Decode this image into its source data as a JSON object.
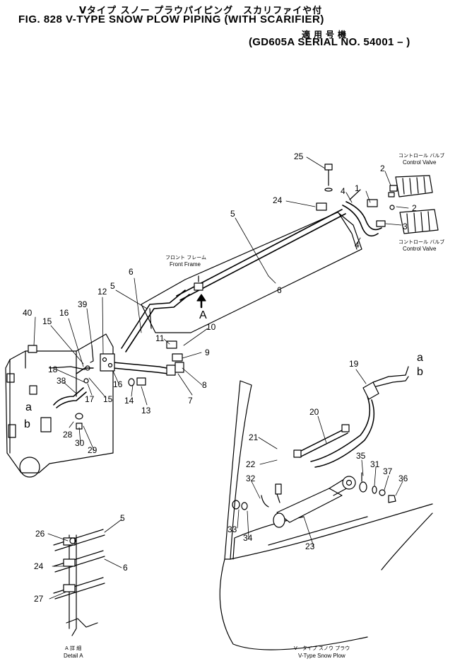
{
  "header": {
    "japanese_title": "Vタイプ スノー プラウパイピング　スカリファイや付",
    "title": "FIG. 828  V-TYPE SNOW PLOW PIPING (WITH SCARIFIER)",
    "applicable_jp": "適用号機",
    "serial": "(GD605A SERIAL NO. 54001 – )"
  },
  "callouts": {
    "n1": "1",
    "n2a": "2",
    "n2b": "2",
    "n3": "3",
    "n4a": "4",
    "n4b": "4",
    "n5a": "5",
    "n5b": "5",
    "n5c": "5",
    "n6a": "6",
    "n6b": "6",
    "n6c": "6",
    "n7": "7",
    "n8": "8",
    "n9": "9",
    "n10": "10",
    "n11": "11",
    "n12": "12",
    "n13": "13",
    "n14": "14",
    "n15a": "15",
    "n15b": "15",
    "n16a": "16",
    "n16b": "16",
    "n17": "17",
    "n18": "18",
    "n19": "19",
    "n20": "20",
    "n21": "21",
    "n22": "22",
    "n23": "23",
    "n24a": "24",
    "n24b": "24",
    "n25": "25",
    "n26": "26",
    "n27": "27",
    "n28": "28",
    "n29": "29",
    "n30": "30",
    "n31": "31",
    "n32": "32",
    "n33": "33",
    "n34": "34",
    "n35": "35",
    "n36": "36",
    "n37": "37",
    "n38": "38",
    "n39": "39",
    "n40": "40",
    "letter_a": "A",
    "ref_a1": "a",
    "ref_b1": "b",
    "ref_a2": "a",
    "ref_b2": "b"
  },
  "captions": {
    "control_valve_jp": "コントロール バルブ",
    "control_valve": "Control Valve",
    "front_frame_jp": "フロント フレーム",
    "front_frame": "Front Frame",
    "detail_a_jp": "A 詳 細",
    "detail_a": "Detail A",
    "snow_plow_jp": "V－タイプ スノウ プラウ",
    "snow_plow": "V-Type Snow Plow"
  }
}
